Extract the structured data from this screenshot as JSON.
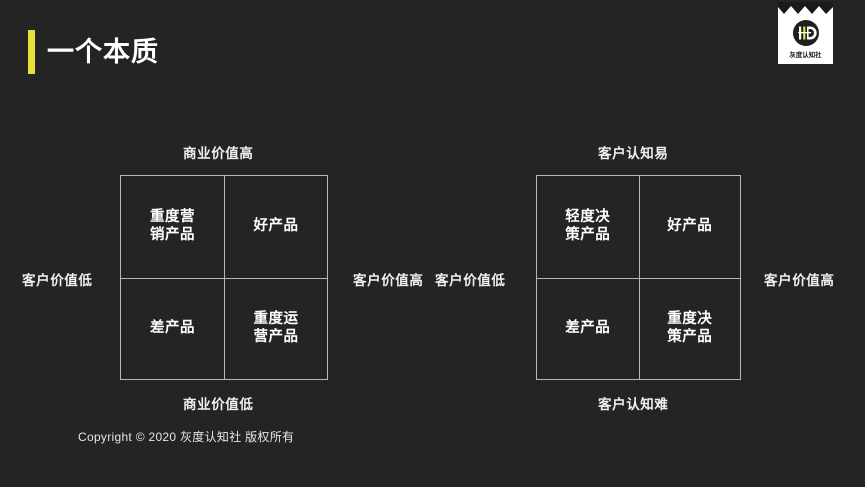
{
  "slide": {
    "background_color": "#242424",
    "accent_color": "#e7e038",
    "text_color": "#ffffff",
    "border_color": "#b8b8b8"
  },
  "header": {
    "title": "一个本质"
  },
  "logo": {
    "brand_name": "灰度认知社"
  },
  "matrix_left": {
    "label_top": "商业价值高",
    "label_bottom": "商业价值低",
    "label_left": "客户价值低",
    "label_right": "客户价值高",
    "cells": {
      "top_left": "重度营\n销产品",
      "top_right": "好产品",
      "bottom_left": "差产品",
      "bottom_right": "重度运\n营产品"
    }
  },
  "matrix_right": {
    "label_top": "客户认知易",
    "label_bottom": "客户认知难",
    "label_left": "客户价值低",
    "label_right": "客户价值高",
    "cells": {
      "top_left": "轻度决\n策产品",
      "top_right": "好产品",
      "bottom_left": "差产品",
      "bottom_right": "重度决\n策产品"
    }
  },
  "footer": {
    "copyright": "Copyright © 2020 灰度认知社 版权所有"
  }
}
